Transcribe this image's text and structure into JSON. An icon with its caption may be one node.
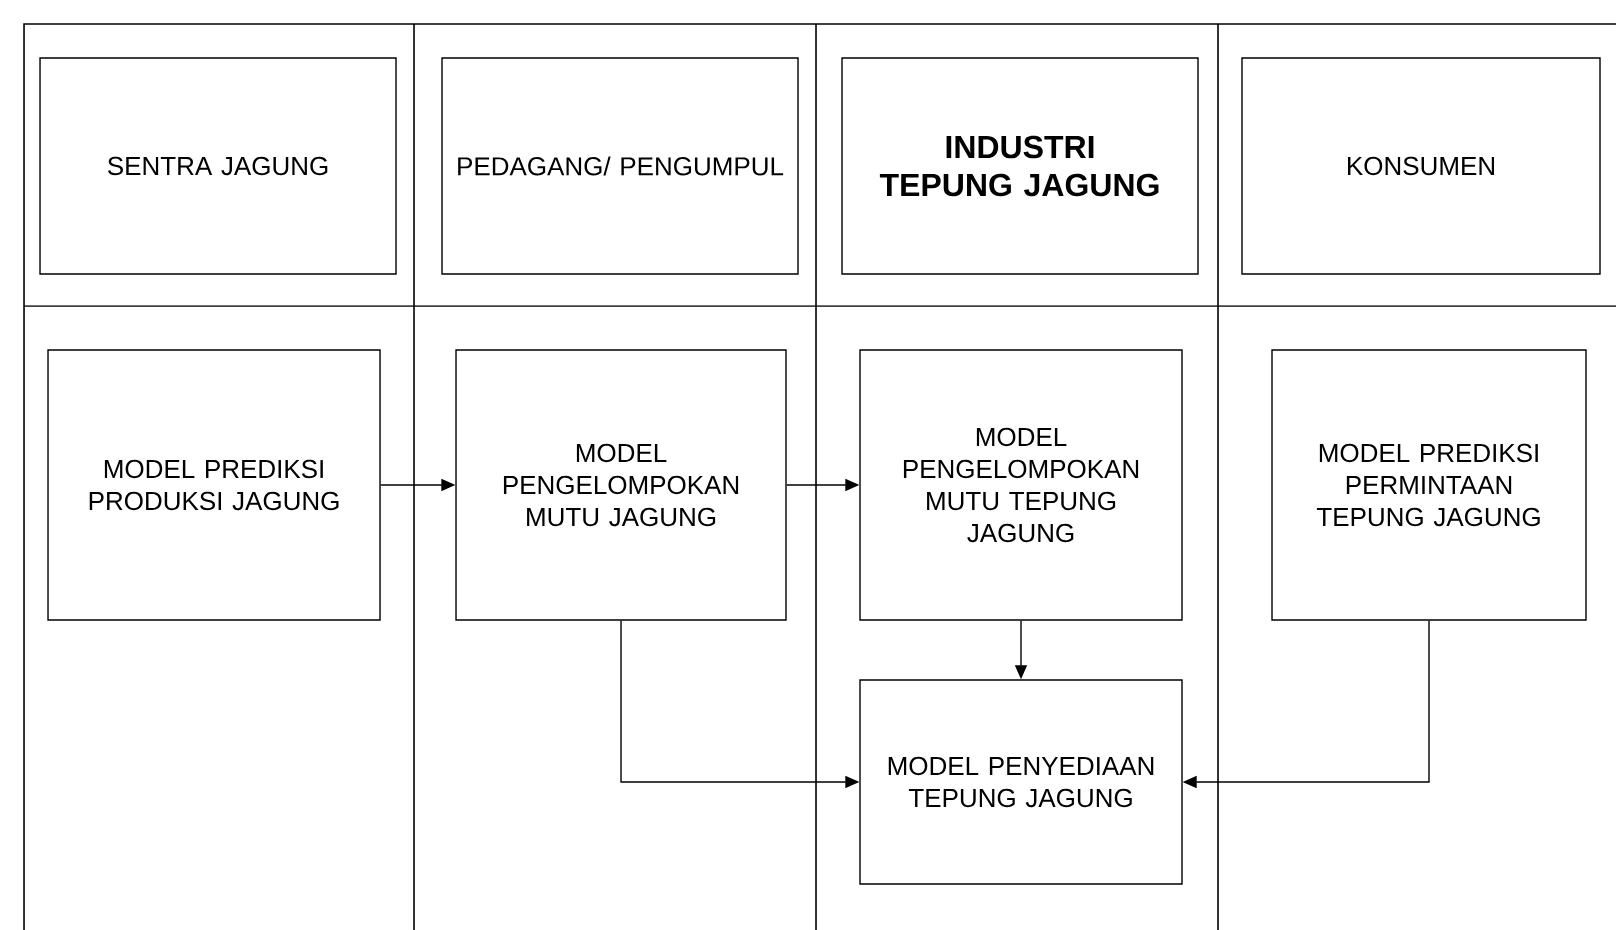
{
  "diagram": {
    "nodes": [
      {
        "text": [
          "SENTRA JAGUNG"
        ]
      },
      {
        "text": [
          "PEDAGANG/ PENGUMPUL"
        ]
      },
      {
        "text": [
          "INDUSTRI TEPUNG JAGUNG"
        ]
      },
      {
        "text": [
          "KONSUMEN"
        ]
      },
      {
        "text": [
          "MODEL PREDIKSI PRODUKSI JAGUNG"
        ]
      },
      {
        "text": [
          "MODEL PENGELOMPOKAN MUTU JAGUNG"
        ]
      },
      {
        "text": [
          "MODEL PENGELOMPOKAN MUTU TEPUNG JAGUNG"
        ]
      },
      {
        "text": [
          "MODEL PREDIKSI PERMINTAAN TEPUNG JAGUNG"
        ]
      },
      {
        "text": [
          "MODEL PENYEDIAAN TEPUNG JAGUNG"
        ]
      }
    ],
    "edges": [
      {
        "from": 4,
        "to": 5,
        "arrow": "to"
      },
      {
        "from": 5,
        "to": 6,
        "arrow": "to"
      },
      {
        "from": 6,
        "to": 8,
        "arrow": "to"
      },
      {
        "from": 5,
        "to": 8,
        "arrow": "to"
      },
      {
        "from": 7,
        "to": 8,
        "arrow": "to"
      }
    ]
  }
}
